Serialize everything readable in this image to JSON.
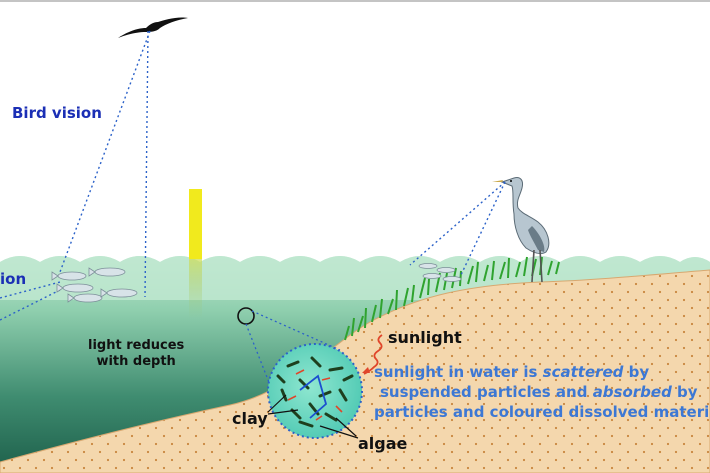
{
  "labels": {
    "bird_vision": "Bird vision",
    "fish_vision_partial": "ion",
    "light_reduces_line1": "light reduces",
    "light_reduces_line2": "with depth",
    "sunlight": "sunlight",
    "scatter_line1_a": "sunlight in water is ",
    "scatter_line1_b": "scattered",
    "scatter_line1_c": " by",
    "scatter_line2_a": "suspended particles and ",
    "scatter_line2_b": "absorbed",
    "scatter_line2_c": " by",
    "scatter_line3": "particles and coloured dissolved materi",
    "clay": "clay",
    "algae": "algae"
  },
  "colors": {
    "water_top": "#b9e3cc",
    "water_deep": "#1f6b55",
    "sand": "#f4d7ad",
    "sand_dot": "#c9863f",
    "grass": "#2fa32f",
    "light_shaft": "#f1ea1d",
    "text_blue": "#1b2fb5",
    "text_light_blue": "#3d78d4",
    "sight_line": "#2c62c9",
    "particle_red": "#e0452a",
    "particle_dark": "#1e3f1e"
  },
  "icons": [
    "bird-silhouette-icon",
    "heron-icon",
    "fish-school-icon",
    "magnifier-circle-icon",
    "sun-ray-icon"
  ]
}
